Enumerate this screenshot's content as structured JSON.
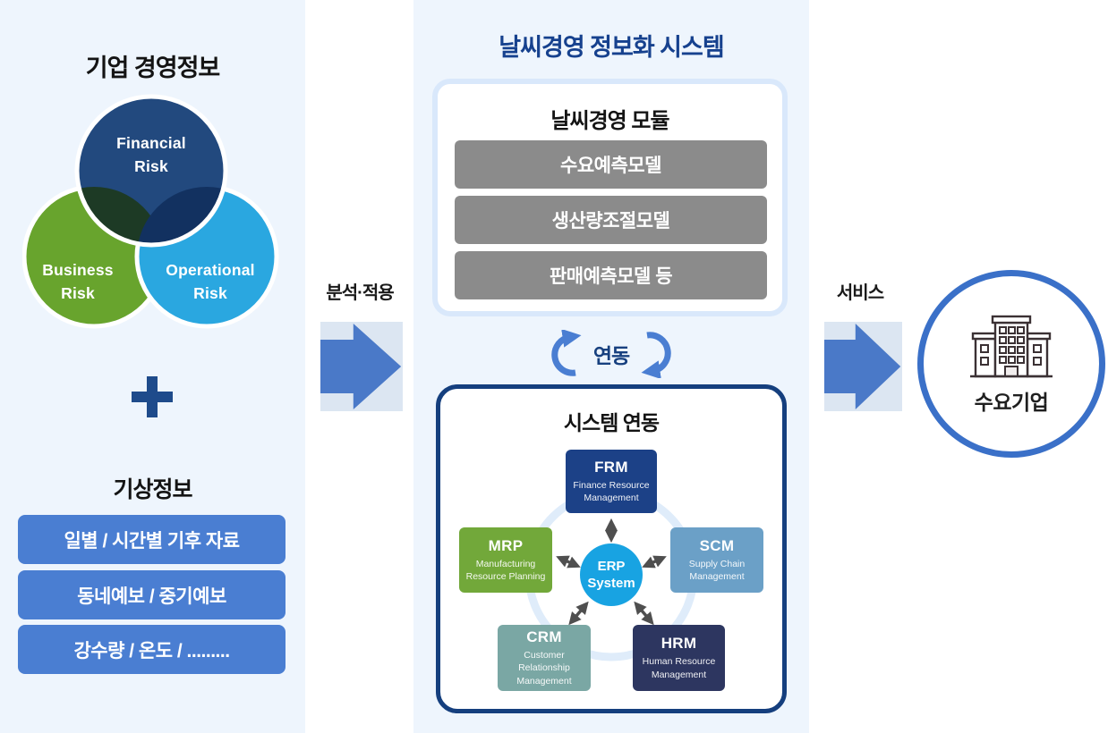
{
  "left_panel": {
    "title": "기업 경영정보",
    "venn": {
      "financial": "Financial\nRisk",
      "business": "Business\nRisk",
      "operational": "Operational\nRisk",
      "financial_color": "#22497E",
      "business_color": "#68A42D",
      "operational_color": "#2AA7E0",
      "overlap_green_navy": "#1D3A25",
      "overlap_blue_navy": "#123160"
    },
    "plus": "+",
    "weather_title": "기상정보",
    "weather_items": [
      "일별 / 시간별 기후 자료",
      "동네예보 / 중기예보",
      "강수량 / 온도 / ........."
    ]
  },
  "flow": {
    "analyze_label": "분석·적용",
    "service_label": "서비스"
  },
  "center_panel": {
    "title": "날씨경영 정보화 시스템",
    "module_card": {
      "title": "날씨경영 모듈",
      "items": [
        "수요예측모델",
        "생산량조절모델",
        "판매예측모델 등"
      ]
    },
    "link_label": "연동",
    "system_box": {
      "title": "시스템 연동",
      "erp_label": "ERP\nSystem",
      "erp_color": "#18A3E2",
      "modules": [
        {
          "abbr": "FRM",
          "name": "Finance Resource Management",
          "color": "#1C4187"
        },
        {
          "abbr": "MRP",
          "name": "Manufacturing Resource Planning",
          "color": "#72A83A"
        },
        {
          "abbr": "SCM",
          "name": "Supply Chain Management",
          "color": "#6BA0C7"
        },
        {
          "abbr": "CRM",
          "name": "Customer Relationship Management",
          "color": "#7AA7A4"
        },
        {
          "abbr": "HRM",
          "name": "Human Resource Management",
          "color": "#2D3660"
        }
      ]
    }
  },
  "right_section": {
    "company_label": "수요기업"
  },
  "colors": {
    "panel_bg": "#EEF5FD",
    "accent_blue_button": "#4A7ED2",
    "arrow_blue": "#4A79C8",
    "arrow_bg": "#DCE6F2",
    "navy_title": "#16418E",
    "gray_button": "#8B8B8B",
    "system_box_border": "#153F7E",
    "ring_blue": "#DFECFA",
    "card_border": "#D9E8FB",
    "company_circle_border": "#3A70C8",
    "plus_navy": "#1E4B8B"
  }
}
